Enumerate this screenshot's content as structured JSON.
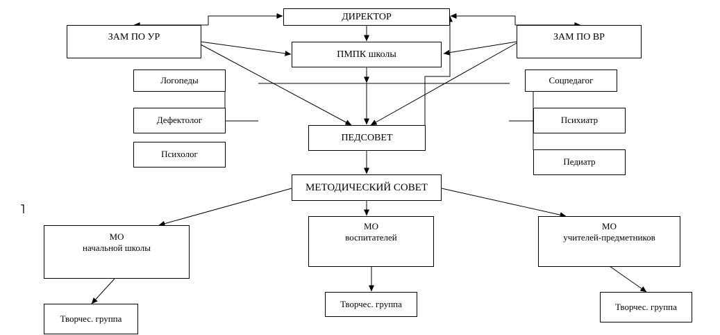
{
  "boxes": {
    "director": "ДИРЕКТОР",
    "zam_ur": "ЗАМ ПО УР",
    "zam_vr": "ЗАМ ПО ВР",
    "pmpk": "ПМПК школы",
    "logopedy": "Логопеды",
    "defektolog": "Дефектолог",
    "psikholog": "Психолог",
    "socpedagog": "Соцпедагог",
    "psikhiatr": "Психиатр",
    "pediatr": "Педиатр",
    "pedsovet": "ПЕДСОВЕТ",
    "metod_sovet": "МЕТОДИЧЕСКИЙ СОВЕТ",
    "mo_nach": [
      "МО",
      "начальной школы"
    ],
    "mo_vosp": [
      "МО",
      "воспитателей"
    ],
    "mo_uchit": [
      "МО",
      "учителей-предметников"
    ],
    "tvorch_1": "Творчес. группа",
    "tvorch_2": "Творчес. группа",
    "tvorch_3": "Творчес. группа"
  },
  "stray_mark": "˥"
}
